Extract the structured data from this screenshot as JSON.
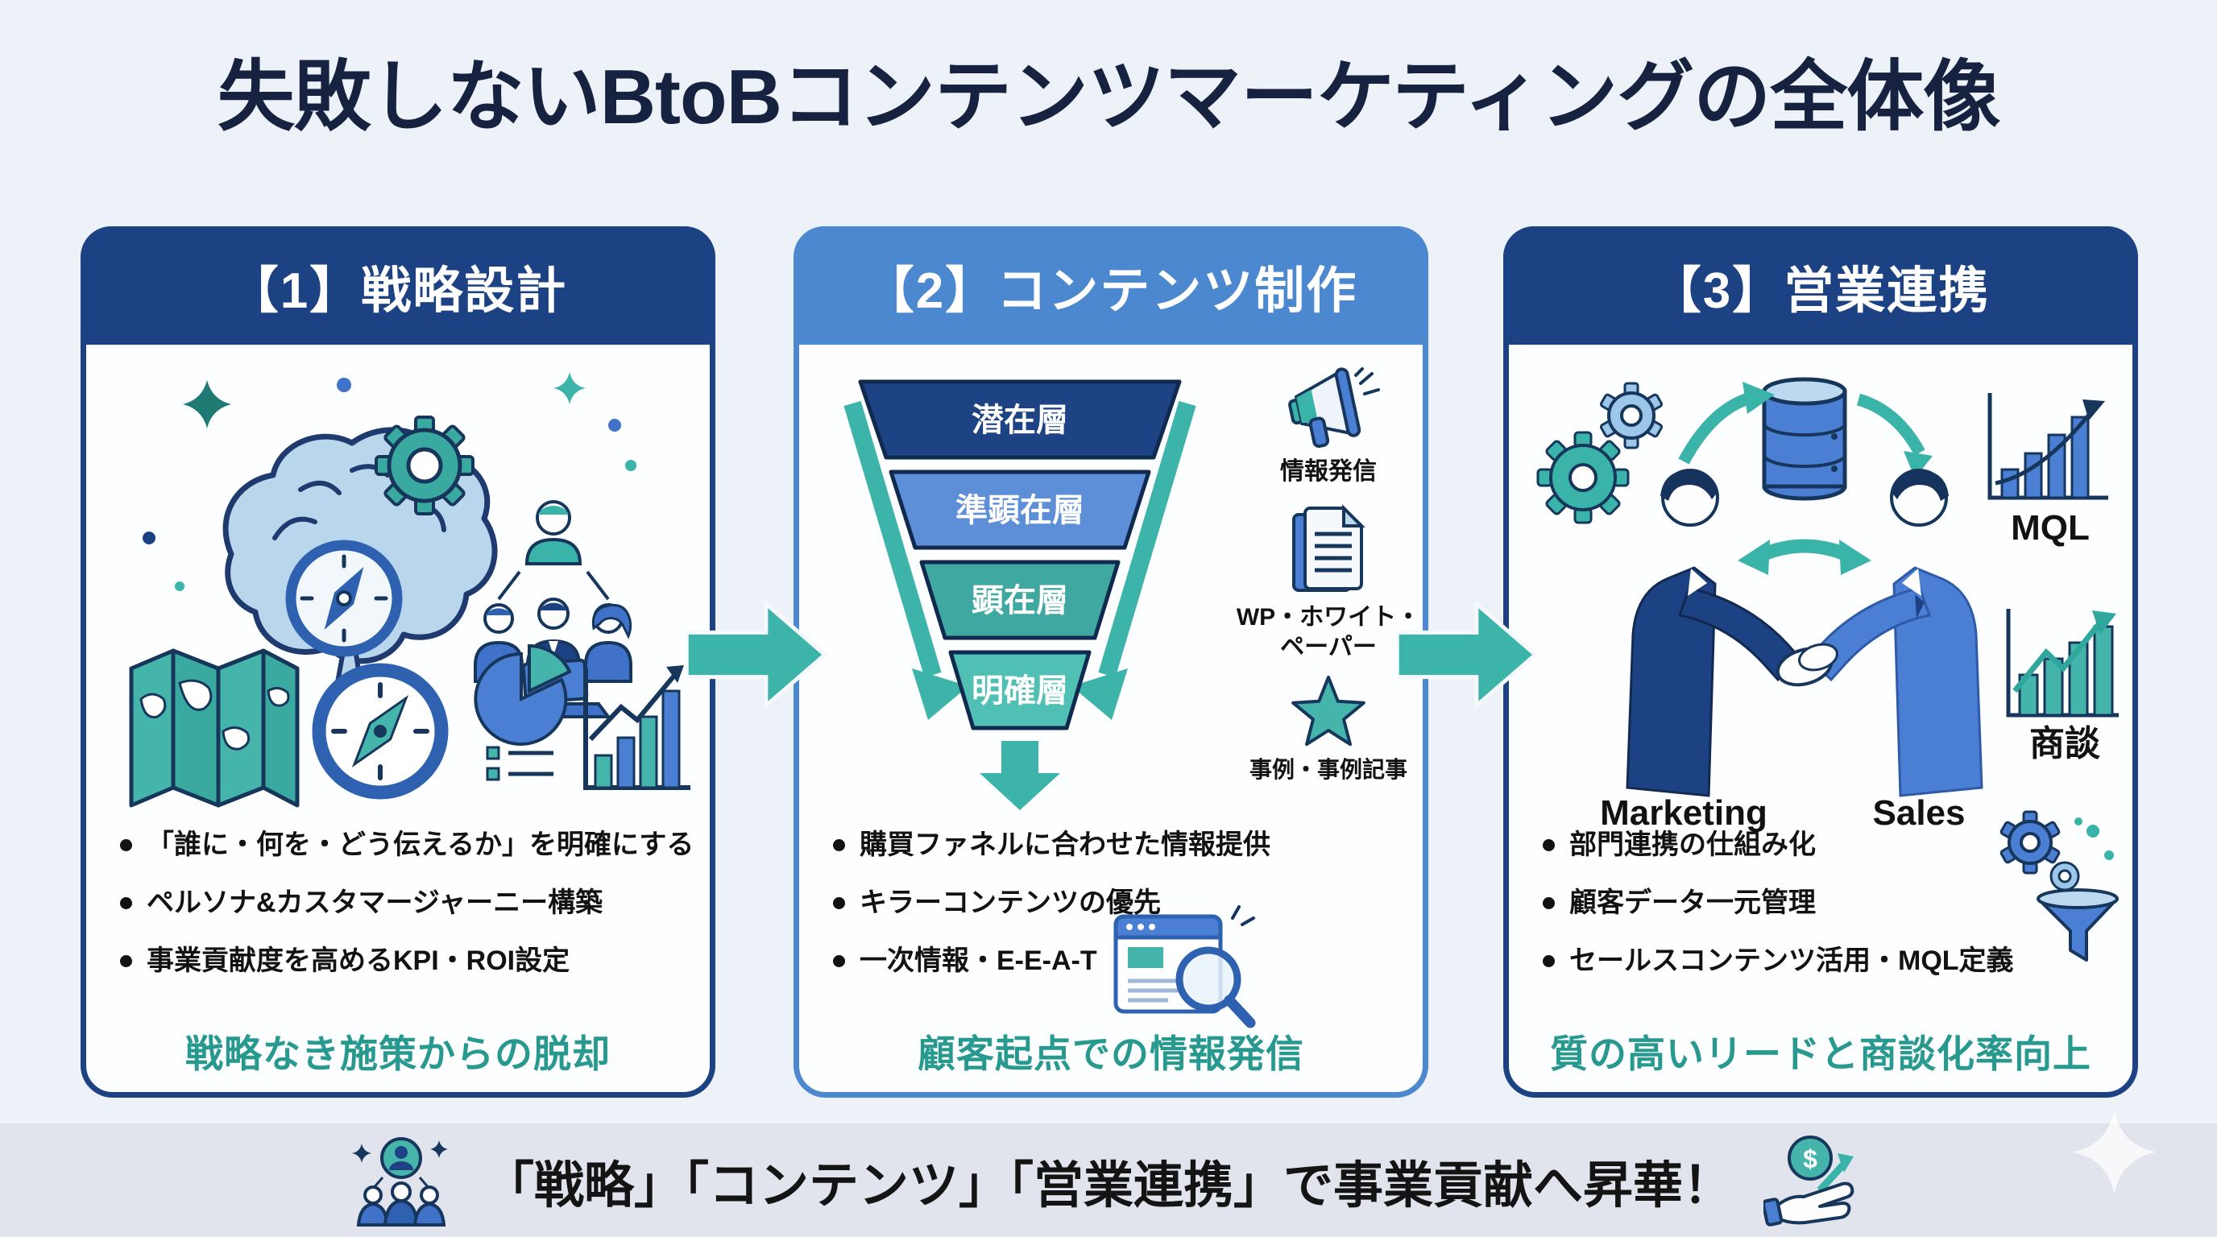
{
  "title": "失敗しないBtoBコンテンツマーケティングの全体像",
  "panels": [
    {
      "label": "【1】戦略設計",
      "bullets": [
        "「誰に・何を・どう伝えるか」を明確にする",
        "ペルソナ&カスタマージャーニー構築",
        "事業貢献度を高めるKPI・ROI設定"
      ],
      "statement": "戦略なき施策からの脱却"
    },
    {
      "label": "【2】コンテンツ制作",
      "funnel_tiers": [
        "潜在層",
        "準顕在層",
        "顕在層",
        "明確層"
      ],
      "side_items": [
        {
          "icon": "megaphone-icon",
          "label": "情報発信"
        },
        {
          "icon": "whitepaper-documents-icon",
          "label": "WP・ホワイト・ペーパー"
        },
        {
          "icon": "star-icon",
          "label": "事例・事例記事"
        }
      ],
      "bullets": [
        "購買ファネルに合わせた情報提供",
        "キラーコンテンツの優先",
        "一次情報・E-E-A-T"
      ],
      "statement": "顧客起点での情報発信"
    },
    {
      "label": "【3】営業連携",
      "diagram_labels": {
        "marketing": "Marketing",
        "sales": "Sales",
        "mql": "MQL",
        "meeting": "商談"
      },
      "bullets": [
        "部門連携の仕組み化",
        "顧客データ一元管理",
        "セールスコンテンツ活用・MQL定義"
      ],
      "statement": "質の高いリードと商談化率向上"
    }
  ],
  "banner": {
    "text": "「戦略」「コンテンツ」「営業連携」で事業貢献へ昇華！",
    "coin_symbol": "$"
  },
  "colors": {
    "background": "#edf2f8",
    "panel_navy": "#1d4284",
    "panel_blue": "#4c88cf",
    "teal_accent": "#3cb4aa",
    "statement_teal": "#27998f",
    "funnel_tiers": [
      "#1d4384",
      "#5c8fd8",
      "#3fa9a1",
      "#4fc0b3"
    ],
    "banner_bg": "#e1e4ec",
    "title_text": "#16223f"
  }
}
